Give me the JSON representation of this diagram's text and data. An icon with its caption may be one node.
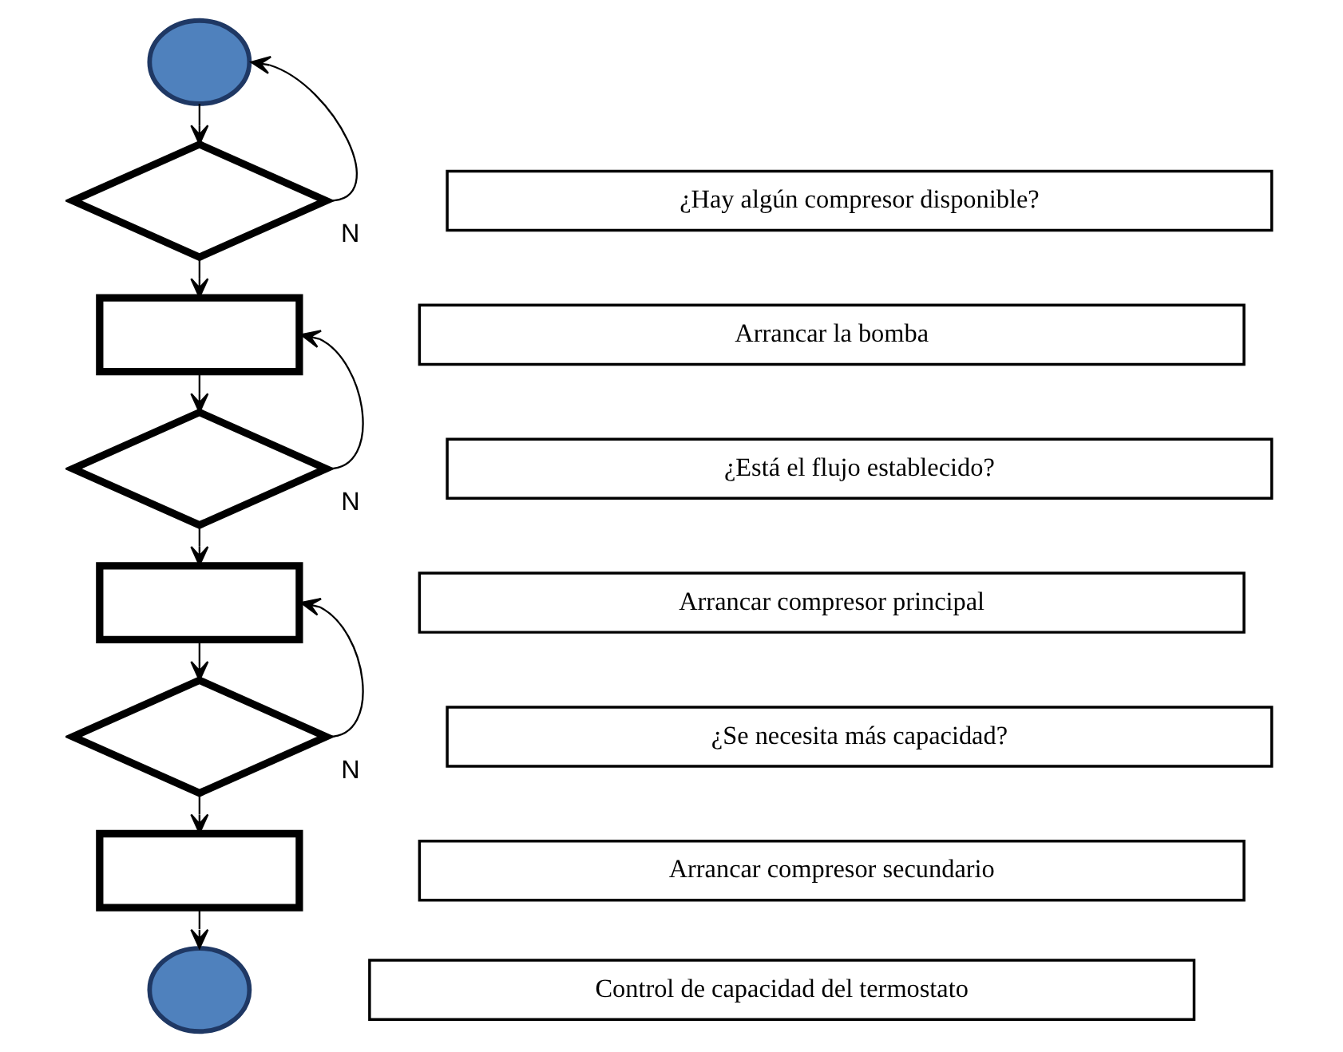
{
  "diagram": {
    "nodes": [
      {
        "text": [],
        "shape": "circle"
      },
      {
        "text": [],
        "shape": "diamond"
      },
      {
        "text": [],
        "shape": "box"
      },
      {
        "text": [],
        "shape": "diamond"
      },
      {
        "text": [],
        "shape": "box"
      },
      {
        "text": [],
        "shape": "diamond"
      },
      {
        "text": [],
        "shape": "box"
      },
      {
        "text": [],
        "shape": "circle"
      },
      {
        "text": [
          "¿Hay algún compresor disponible?"
        ]
      },
      {
        "text": [
          "Arrancar la bomba"
        ]
      },
      {
        "text": [
          "¿Está el flujo establecido?"
        ]
      },
      {
        "text": [
          "Arrancar compresor principal"
        ]
      },
      {
        "text": [
          "¿Se necesita más capacidad?"
        ]
      },
      {
        "text": [
          "Arrancar compresor secundario"
        ]
      },
      {
        "text": [
          "Control de capacidad del termostato"
        ]
      }
    ],
    "edges": [
      {
        "from": 0,
        "to": 1,
        "arrow": "to"
      },
      {
        "from": 1,
        "to": 0,
        "arrow": "to",
        "label": "N"
      },
      {
        "from": 1,
        "to": 2,
        "arrow": "to"
      },
      {
        "from": 2,
        "to": 3,
        "arrow": "to"
      },
      {
        "from": 3,
        "to": 2,
        "arrow": "to",
        "label": "N"
      },
      {
        "from": 3,
        "to": 4,
        "arrow": "to"
      },
      {
        "from": 4,
        "to": 5,
        "arrow": "to"
      },
      {
        "from": 5,
        "to": 4,
        "arrow": "to",
        "label": "N"
      },
      {
        "from": 5,
        "to": 6,
        "arrow": "to"
      },
      {
        "from": 6,
        "to": 7,
        "arrow": "to"
      }
    ]
  }
}
